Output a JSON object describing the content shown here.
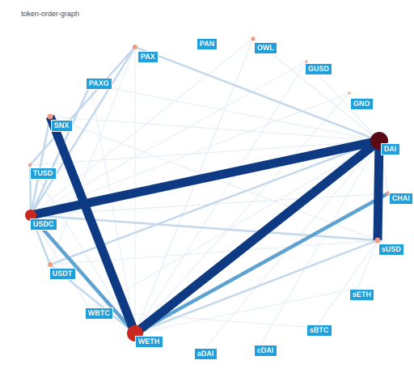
{
  "title": "token-order-graph",
  "colors": {
    "label_bg": "#1fa0dc",
    "label_text": "#ffffff",
    "edge_strong": "#0d3a82",
    "edge_medium": "#5ea2d2",
    "edge_light": "#c3d8ec",
    "edge_faint": "#e3edf6",
    "node_dark": "#5a0a14",
    "node_red": "#c8281e",
    "node_light": "#f49a80"
  },
  "nodes": [
    {
      "id": "PAN",
      "label": "PAN"
    },
    {
      "id": "OWL",
      "label": "OWL"
    },
    {
      "id": "GUSD",
      "label": "GUSD"
    },
    {
      "id": "GNO",
      "label": "GNO"
    },
    {
      "id": "DAI",
      "label": "DAI"
    },
    {
      "id": "CHAI",
      "label": "CHAI"
    },
    {
      "id": "sUSD",
      "label": "sUSD"
    },
    {
      "id": "sETH",
      "label": "sETH"
    },
    {
      "id": "sBTC",
      "label": "sBTC"
    },
    {
      "id": "cDAI",
      "label": "cDAI"
    },
    {
      "id": "aDAI",
      "label": "aDAI"
    },
    {
      "id": "WETH",
      "label": "WETH"
    },
    {
      "id": "WBTC",
      "label": "WBTC"
    },
    {
      "id": "USDT",
      "label": "USDT"
    },
    {
      "id": "USDC",
      "label": "USDC"
    },
    {
      "id": "TUSD",
      "label": "TUSD"
    },
    {
      "id": "SNX",
      "label": "SNX"
    },
    {
      "id": "PAXG",
      "label": "PAXG"
    },
    {
      "id": "PAX",
      "label": "PAX"
    }
  ],
  "edges": [
    {
      "source": "DAI",
      "target": "WETH",
      "weight": "strong"
    },
    {
      "source": "DAI",
      "target": "USDC",
      "weight": "strong"
    },
    {
      "source": "SNX",
      "target": "WETH",
      "weight": "strong"
    },
    {
      "source": "DAI",
      "target": "sUSD",
      "weight": "strong"
    },
    {
      "source": "WETH",
      "target": "CHAI",
      "weight": "medium"
    },
    {
      "source": "USDC",
      "target": "WETH",
      "weight": "medium"
    },
    {
      "source": "PAX",
      "target": "USDC",
      "weight": "light"
    },
    {
      "source": "SNX",
      "target": "USDC",
      "weight": "light"
    },
    {
      "source": "PAXG",
      "target": "USDC",
      "weight": "light"
    },
    {
      "source": "PAX",
      "target": "DAI",
      "weight": "light"
    },
    {
      "source": "USDT",
      "target": "DAI",
      "weight": "light"
    },
    {
      "source": "USDC",
      "target": "sUSD",
      "weight": "light"
    },
    {
      "source": "WETH",
      "target": "sUSD",
      "weight": "light"
    },
    {
      "source": "TUSD",
      "target": "USDC",
      "weight": "light"
    },
    {
      "source": "USDT",
      "target": "USDC",
      "weight": "light"
    },
    {
      "source": "USDT",
      "target": "WETH",
      "weight": "light"
    },
    {
      "source": "PAX",
      "target": "TUSD",
      "weight": "light"
    },
    {
      "source": "WBTC",
      "target": "DAI",
      "weight": "faint"
    },
    {
      "source": "GUSD",
      "target": "USDC",
      "weight": "faint"
    },
    {
      "source": "GUSD",
      "target": "DAI",
      "weight": "faint"
    },
    {
      "source": "OWL",
      "target": "DAI",
      "weight": "faint"
    },
    {
      "source": "OWL",
      "target": "USDC",
      "weight": "faint"
    },
    {
      "source": "OWL",
      "target": "WETH",
      "weight": "faint"
    },
    {
      "source": "PAN",
      "target": "DAI",
      "weight": "faint"
    },
    {
      "source": "PAN",
      "target": "WETH",
      "weight": "faint"
    },
    {
      "source": "GNO",
      "target": "WETH",
      "weight": "faint"
    },
    {
      "source": "GNO",
      "target": "USDC",
      "weight": "faint"
    },
    {
      "source": "sETH",
      "target": "sUSD",
      "weight": "faint"
    },
    {
      "source": "sBTC",
      "target": "sUSD",
      "weight": "faint"
    },
    {
      "source": "sETH",
      "target": "WETH",
      "weight": "faint"
    },
    {
      "source": "cDAI",
      "target": "DAI",
      "weight": "faint"
    },
    {
      "source": "aDAI",
      "target": "DAI",
      "weight": "faint"
    },
    {
      "source": "CHAI",
      "target": "DAI",
      "weight": "faint"
    },
    {
      "source": "CHAI",
      "target": "USDC",
      "weight": "faint"
    },
    {
      "source": "TUSD",
      "target": "DAI",
      "weight": "faint"
    },
    {
      "source": "TUSD",
      "target": "WETH",
      "weight": "faint"
    },
    {
      "source": "SNX",
      "target": "DAI",
      "weight": "faint"
    },
    {
      "source": "SNX",
      "target": "sUSD",
      "weight": "faint"
    },
    {
      "source": "PAXG",
      "target": "DAI",
      "weight": "faint"
    },
    {
      "source": "PAXG",
      "target": "WETH",
      "weight": "faint"
    },
    {
      "source": "PAX",
      "target": "WETH",
      "weight": "faint"
    },
    {
      "source": "PAX",
      "target": "USDT",
      "weight": "faint"
    },
    {
      "source": "WBTC",
      "target": "USDC",
      "weight": "faint"
    },
    {
      "source": "USDT",
      "target": "sUSD",
      "weight": "faint"
    },
    {
      "source": "USDC",
      "target": "CHAI",
      "weight": "faint"
    },
    {
      "source": "WETH",
      "target": "GUSD",
      "weight": "faint"
    },
    {
      "source": "WBTC",
      "target": "sBTC",
      "weight": "faint"
    }
  ]
}
